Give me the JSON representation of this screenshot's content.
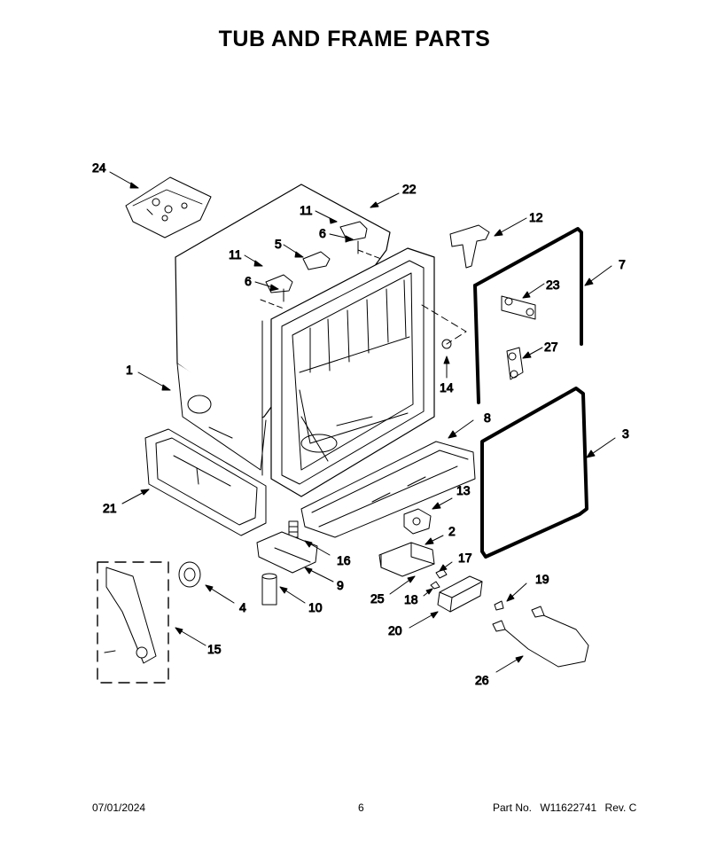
{
  "title": "TUB AND FRAME PARTS",
  "callouts": [
    {
      "id": "24",
      "text": "24"
    },
    {
      "id": "22",
      "text": "22"
    },
    {
      "id": "11a",
      "text": "11"
    },
    {
      "id": "6a",
      "text": "6"
    },
    {
      "id": "5",
      "text": "5"
    },
    {
      "id": "11b",
      "text": "11"
    },
    {
      "id": "6b",
      "text": "6"
    },
    {
      "id": "12",
      "text": "12"
    },
    {
      "id": "7",
      "text": "7"
    },
    {
      "id": "23",
      "text": "23"
    },
    {
      "id": "27",
      "text": "27"
    },
    {
      "id": "1",
      "text": "1"
    },
    {
      "id": "14",
      "text": "14"
    },
    {
      "id": "8",
      "text": "8"
    },
    {
      "id": "3",
      "text": "3"
    },
    {
      "id": "21",
      "text": "21"
    },
    {
      "id": "13",
      "text": "13"
    },
    {
      "id": "2",
      "text": "2"
    },
    {
      "id": "17",
      "text": "17"
    },
    {
      "id": "16",
      "text": "16"
    },
    {
      "id": "9",
      "text": "9"
    },
    {
      "id": "25",
      "text": "25"
    },
    {
      "id": "18",
      "text": "18"
    },
    {
      "id": "19",
      "text": "19"
    },
    {
      "id": "4",
      "text": "4"
    },
    {
      "id": "10",
      "text": "10"
    },
    {
      "id": "20",
      "text": "20"
    },
    {
      "id": "15",
      "text": "15"
    },
    {
      "id": "26",
      "text": "26"
    }
  ],
  "footer": {
    "date": "07/01/2024",
    "page": "6",
    "part_label": "Part No.",
    "part_number": "W11622741",
    "revision": "Rev. C"
  }
}
